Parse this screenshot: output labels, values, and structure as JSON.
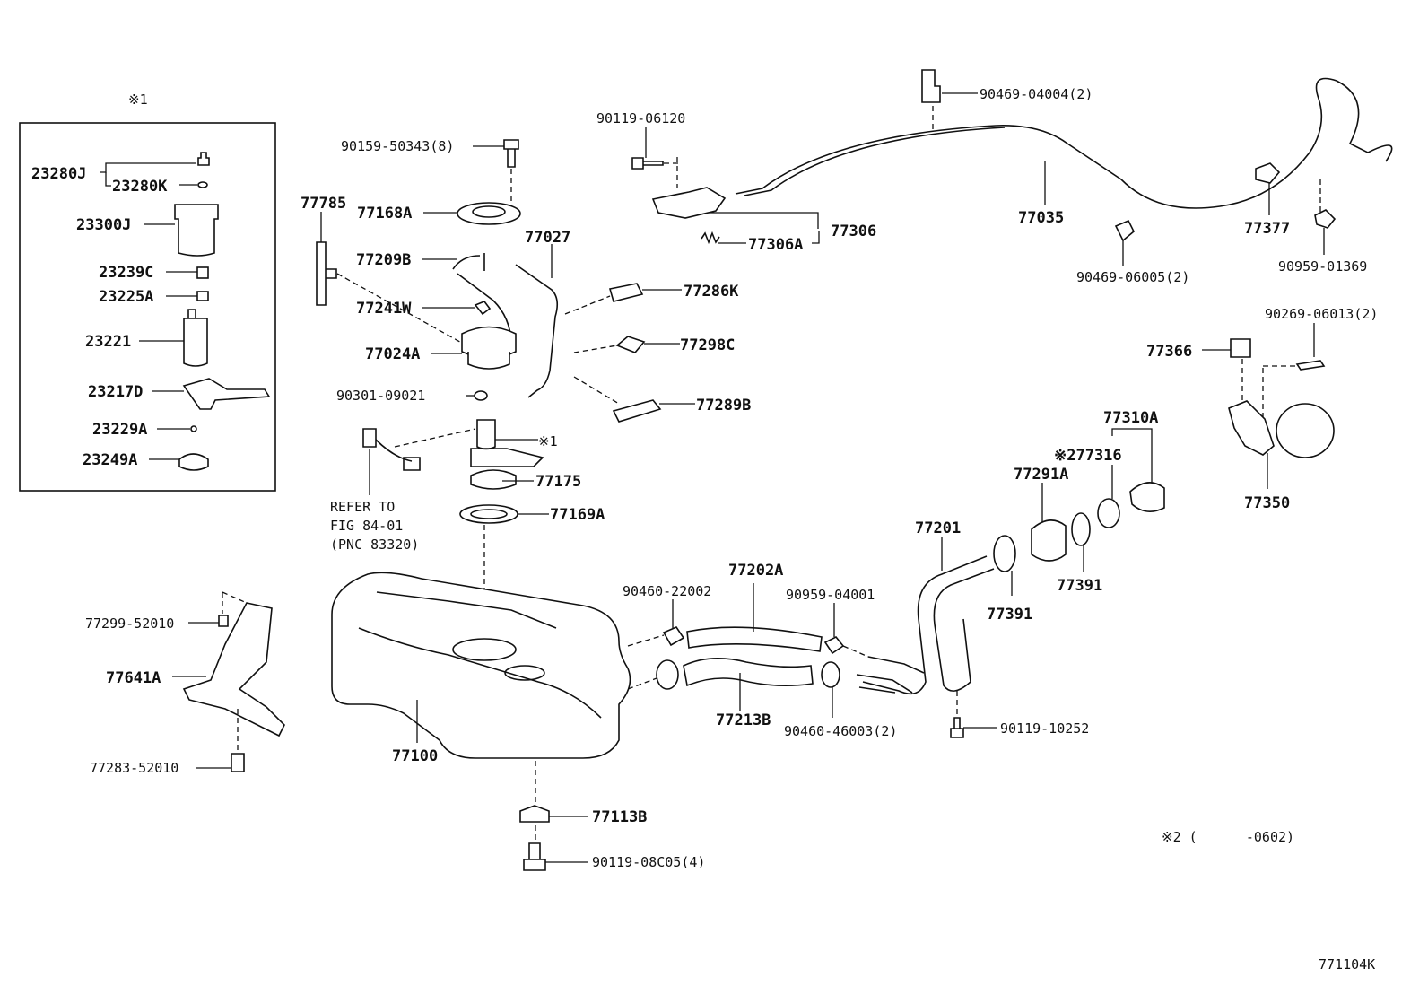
{
  "diagram_code": "771104K",
  "footnote": "※2 (      -0602)",
  "kit_mark": "※1",
  "refer_note": [
    "REFER TO",
    "FIG 84-01",
    "(PNC 83320)"
  ],
  "labels": {
    "p23280J": "23280J",
    "p23280K": "23280K",
    "p23300J": "23300J",
    "p23239C": "23239C",
    "p23225A": "23225A",
    "p23221": "23221",
    "p23217D": "23217D",
    "p23229A": "23229A",
    "p23249A": "23249A",
    "p90159": "90159-50343(8)",
    "p77785": "77785",
    "p77168A": "77168A",
    "p77209B": "77209B",
    "p77241W": "77241W",
    "p77024A": "77024A",
    "p90301": "90301-09021",
    "p77027": "77027",
    "p90119_06120": "90119-06120",
    "p77306": "77306",
    "p77306A": "77306A",
    "p90469_04004": "90469-04004(2)",
    "p77035": "77035",
    "p90469_06005": "90469-06005(2)",
    "p77377": "77377",
    "p90959_01369": "90959-01369",
    "p77286K": "77286K",
    "p77298C": "77298C",
    "p77289B": "77289B",
    "p_kit1": "※1",
    "p77175": "77175",
    "p77169A": "77169A",
    "p90269": "90269-06013(2)",
    "p77366": "77366",
    "p77350": "77350",
    "p77310A": "77310A",
    "p77316": "※277316",
    "p77291A": "77291A",
    "p77201": "77201",
    "p77391a": "77391",
    "p77391b": "77391",
    "p77202A": "77202A",
    "p90460_22002": "90460-22002",
    "p90959_04001": "90959-04001",
    "p77213B": "77213B",
    "p90460_46003": "90460-46003(2)",
    "p90119_10252": "90119-10252",
    "p77299": "77299-52010",
    "p77641A": "77641A",
    "p77283": "77283-52010",
    "p77100": "77100",
    "p77113B": "77113B",
    "p90119_08C05": "90119-08C05(4)"
  }
}
